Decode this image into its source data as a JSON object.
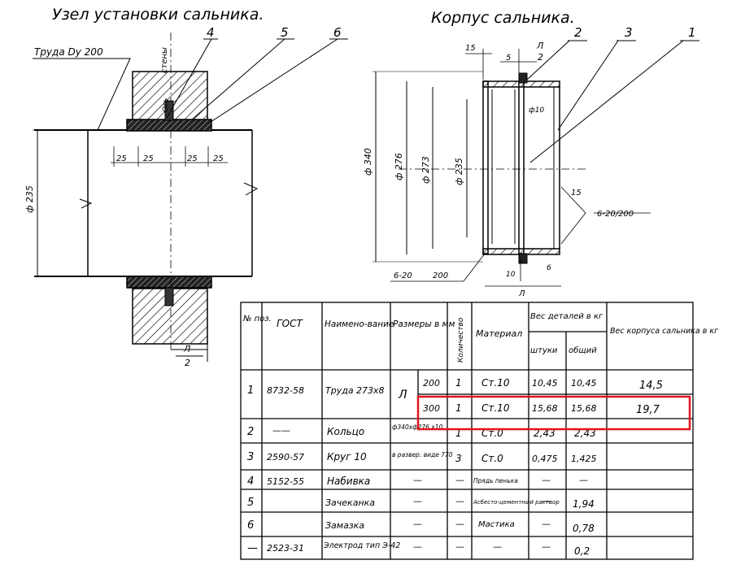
{
  "titles": {
    "left": "Узел установки сальника.",
    "right": "Корпус сальника."
  },
  "left_drawing": {
    "pipe_label": "Труда Dy 200",
    "wall_label": "стены",
    "axis_label": "Ось",
    "callouts": [
      "4",
      "5",
      "6"
    ],
    "dim_25": [
      "25",
      "25",
      "25",
      "25"
    ],
    "dia_235": "ф 235",
    "half_num": "Л",
    "half_den": "2"
  },
  "right_drawing": {
    "callouts": [
      "2",
      "3",
      "1"
    ],
    "dim_15_top": "15",
    "dim_5": "5",
    "frac_num": "Л",
    "frac_den": "2",
    "dim_10_top": "ф10",
    "dim_15_right": "15",
    "dia_340": "ф 340",
    "dia_276": "ф 276",
    "dia_273": "ф 273",
    "dia_235": "ф 235",
    "weld_right": "6-20/200",
    "weld_bottom_left": "6-20",
    "weld_bottom_200": "200",
    "weld_small": "6",
    "dim_10_bottom": "10",
    "dim_L": "Л"
  },
  "table": {
    "headers": {
      "num": "№ поз.",
      "gost": "ГОСТ",
      "name": "Наимено-вание",
      "sizes": "Размеры в мм",
      "qty": "Количество",
      "material": "Материал",
      "weight_parts": "Вес деталей в кг",
      "weight_unit": "штуки",
      "weight_total": "общий",
      "housing_weight": "Вес корпуса сальника в кг"
    },
    "rows": [
      {
        "num": "1",
        "gost": "8732-58",
        "name": "Труда 273х8",
        "size_label": "Л",
        "size": "200",
        "qty": "1",
        "material": "Ст.10",
        "unit": "10,45",
        "total": "10,45",
        "housing": "14,5"
      },
      {
        "num": "",
        "gost": "",
        "name": "",
        "size_label": "",
        "size": "300",
        "qty": "1",
        "material": "Ст.10",
        "unit": "15,68",
        "total": "15,68",
        "housing": "19,7"
      },
      {
        "num": "2",
        "gost": "——",
        "name": "Кольцо",
        "size_label": "",
        "size": "ф340хф276 х10",
        "qty": "1",
        "material": "Ст.0",
        "unit": "2,43",
        "total": "2,43",
        "housing": ""
      },
      {
        "num": "3",
        "gost": "2590-57",
        "name": "Круг 10",
        "size_label": "",
        "size": "в развер. виде 770",
        "qty": "3",
        "material": "Ст.0",
        "unit": "0,475",
        "total": "1,425",
        "housing": ""
      },
      {
        "num": "4",
        "gost": "5152-55",
        "name": "Набивка",
        "size_label": "",
        "size": "—",
        "qty": "—",
        "material": "Прядь пенька",
        "unit": "—",
        "total": "—",
        "housing": ""
      },
      {
        "num": "5",
        "gost": "",
        "name": "Зачеканка",
        "size_label": "",
        "size": "—",
        "qty": "—",
        "material": "Асбесто-цементный раствор",
        "unit": "—",
        "total": "1,94",
        "housing": ""
      },
      {
        "num": "6",
        "gost": "",
        "name": "Замазка",
        "size_label": "",
        "size": "—",
        "qty": "—",
        "material": "Мастика",
        "unit": "—",
        "total": "0,78",
        "housing": ""
      },
      {
        "num": "—",
        "gost": "2523-31",
        "name": "Электрод тип Э-42",
        "size_label": "",
        "size": "—",
        "qty": "—",
        "material": "—",
        "unit": "—",
        "total": "0,2",
        "housing": ""
      }
    ]
  },
  "highlight_color": "#e0141c"
}
